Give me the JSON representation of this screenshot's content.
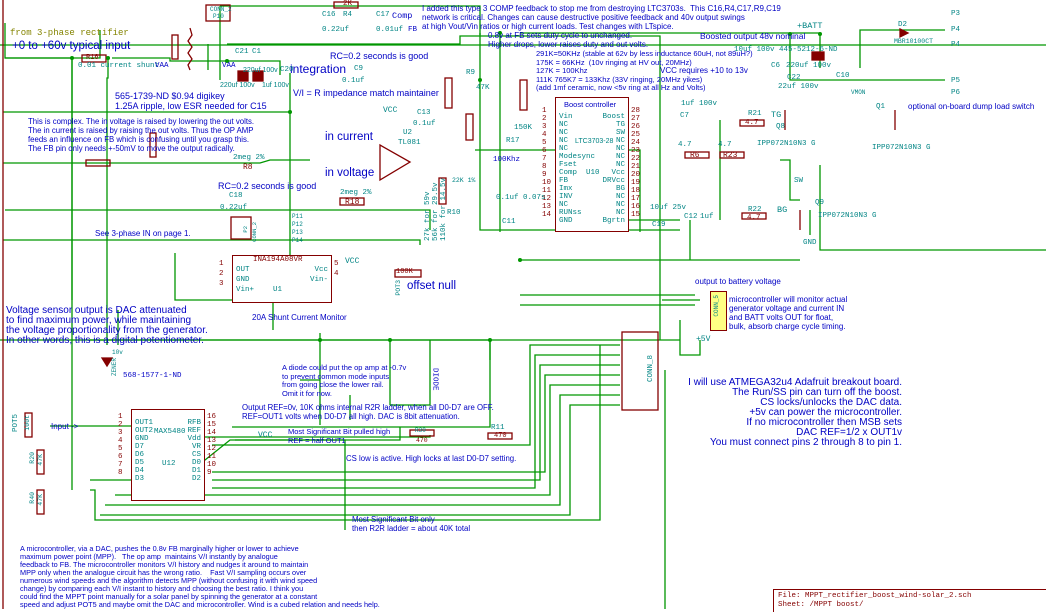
{
  "colors": {
    "wire": "#009600",
    "component": "#840000",
    "note": "#0000c4",
    "label": "#008484",
    "connector_fill": "#ffff84"
  },
  "notes": {
    "from_rectifier": "from 3-phase rectifier",
    "input_range": "+0 to +60v typical input",
    "shunt_desc": "0.01 current shunt",
    "vaa1": "VAA",
    "vaa2": "VAA",
    "cap_note": "565-1739-ND $0.94 digikey\n1.25A ripple, low ESR needed for C15",
    "complex": "This is complex. The in voltage is raised by lowering the out volts.\nThe in current is raised by raising the out volts. Thus the OP AMP\nfeeds an influence on FB which is confusing until you grasp this.\nThe FB pin only needs +-50mV to move the output radically.",
    "integration": "integration",
    "rc1": "RC=0.2 seconds is good",
    "vi": "V/I = R impedance match maintainer",
    "in_current": "in current",
    "in_voltage": "in voltage",
    "comp_note": "I added this type 3 COMP feedback to stop me from destroying LTC3703s.  This C16,R4,C17,R9,C19\nnetwork is critical. Changes can cause destructive positive feedback and 40v output swings\nat high Vout/Vin ratios or high current loads. Test changes with LTspice.",
    "fb_note": "0.8v at FB sets duty cycle to unchanged.\nHigher drops, lower raises duty and out volts.",
    "freq_note": "291K=50KHz (stable at 62v by less inductance 60uH, not 89uH?)\n175K = 66KHz  (10v ringing at HV out, 20MHz)\n127K = 100Khz\n111K 765K7 = 133Khz (33V ringing, 20MHz yikes)\n(add 1mf ceramic, now <5v ring at all Hz and Volts)",
    "vcc_req": "VCC requires +10 to 13v",
    "boosted": "Boosted output 48v nominal",
    "batt": "+BATT",
    "dump": "optional on-board dump load switch",
    "rc2": "RC=0.2 seconds is good",
    "see_page": "See 3-phase IN on page 1.",
    "shunt_monitor": "20A Shunt Current Monitor",
    "offset": "offset null",
    "voltage_sensor": "Voltage sensor output is DAC attenuated\nto find maximum power, while maintaining\nthe voltage proportionality from the generator.\nIn other words, this is a digital potentiometer.",
    "out_batt": "output to battery voltage",
    "mc_monitor": "microcontroller will monitor actual\ngenerator voltage and current IN\nand BATT volts OUT for float,\nbulk, absorb charge cycle timing.",
    "plus5v": "+5V",
    "zener_pn": "568-1577-1-ND",
    "diode_note": "A diode could put the op amp at -0.7v\nto prevent common mode inputs\nfrom going close the lower rail.\nOmit it for now.",
    "diode": "DIODE",
    "ref_note": "Output REF=0v, 10K ohms internal R2R ladder, when all D0-D7 are OFF.\nREF=OUT1 volts when D0-D7 all high. DAC is 8bit attenuation.",
    "msb_note": "Most Significant Bit pulled high\nREF = half OUT1",
    "vcc_a": "VCC",
    "vcc_b": "VCC",
    "vcc_c": "VCC",
    "cs_note": "CS low is active. High locks at last D0-D7 setting.",
    "msb_only": "Most Significant Bit only\nthen R2R ladder = about 40K total",
    "input_arrow": "Input ->",
    "atmega": "I will use ATMEGA32u4 Adafruit breakout board.\nThe Run/SS pin can turn off the boost.\nCS locks/unlocks the DAC data.\n+5v can power the microcontroller.\nIf no microcontroller then MSB sets\nDAC REF=1/2 x OUT1v\nYou must connect pins 2 through 8 to pin 1.",
    "mppt": "A microcontroller, via a DAC, pushes the 0.8v FB marginally higher or lower to achieve\nmaximum power point (MPP).   The op amp  maintains V/I instantly by analogue\nfeedback to FB. The microcontroller monitors V/I history and nudges it around to maintain\nMPP only when the analogue circuit has the wrong ratio.    Fast V/I sampling occurs over\nnumerous wind speeds and the algorithm detects MPP (without confusing it with wind speed\nchange) by comparing each V/I instant to history and choosing the best ratio. I think you\ncould find the MPPT point manually for a solar panel by spinning the generator at a constant\nspeed and adjust POT5 and maybe omit the DAC and microcontroller. Wind is a cubed relation and needs help.",
    "res_divider": "27k for 59v\n56k for 29.5v\n110k for 14.5v"
  },
  "components": {
    "r16": "R16",
    "r4": "R4",
    "r4v": "2K",
    "c16": "C16",
    "c16v": "0.22uf",
    "c17": "C17",
    "c17n": "Comp",
    "c17v": "0.01uf",
    "fb": "FB",
    "c21": "C21",
    "c1": "C1",
    "c21v": "220uf 100v",
    "c1v": "220uf 100v",
    "c20": "C20",
    "c20v": "1uf 100v",
    "c9": "C9",
    "c9v": "0.1uf",
    "c13": "C13",
    "c13v": "0.1uf",
    "u2": "U2",
    "u2t": "TL081",
    "r8": "R8",
    "r8v": "2meg 2%",
    "r18": "R18",
    "r18v": "2meg 2%",
    "c18": "C18",
    "c18v": "0.22uf",
    "r9": "R9",
    "r9v": "47K",
    "r10": "R10",
    "r10v": "22K 1%",
    "r17": "R17",
    "r17v": "150K",
    "fosc": "100Khz",
    "u10": "U10",
    "boost_title": "Boost controller",
    "boost_part": "LTC3703-28",
    "c7": "C7",
    "c7v": "1uf 100v",
    "r21": "R21",
    "r21v": "4.7",
    "tg": "TG",
    "bg": "BG",
    "r6": "R6",
    "r6v": "4.7",
    "r23": "R23",
    "r23v": "4.7",
    "r22": "R22",
    "r22v": "4.7",
    "c11": "C11",
    "c11v": "0.1uf 0.07s",
    "c19": "C19",
    "c19v": "10uf 25v",
    "c12": "C12",
    "c12v": "1uf",
    "q8": "Q8",
    "q8p": "IPP072N10N3 G",
    "q9": "Q9",
    "q9p": "IPP072N10N3 G",
    "q1": "Q1",
    "q1p": "IPP072N10N3 G",
    "sw": "SW",
    "gnd": "GND",
    "vmon": "VMON",
    "c6": "C6",
    "c22": "C22",
    "c22v": "22uf 100v",
    "c6v": "220uf 100v",
    "c10": "C10",
    "c10p": "10uf 100v 445-5212-6-ND",
    "d2": "D2",
    "d2p": "MBR10100CT",
    "p3": "P3",
    "p4": "P4",
    "p4b": "P4",
    "p5": "P5",
    "p6": "P6",
    "u1": "U1",
    "ina": "INA194A08VR",
    "pot3": "POT3",
    "pot3v": "100K",
    "p2": "P2",
    "p2c": "CONN_2",
    "p11": "P11",
    "p12": "P12",
    "p13": "P13",
    "p14": "P14",
    "p1": "P1",
    "p1c": "CONN_5",
    "p7c": "CONN_8",
    "u12": "U12",
    "max": "MAX5480",
    "pot5": "POT5",
    "pot5v": "100t",
    "r20": "R20",
    "r20v": "47K",
    "r40": "R40",
    "r40v": "47K",
    "r11": "R11",
    "r11v": "470",
    "r30": "R30",
    "r30v": "470",
    "zener": "ZENER",
    "zenerv": "10v",
    "conn2": "CONN_2",
    "p10": "P10"
  },
  "boost_pins": {
    "left": [
      [
        "1",
        "Vin"
      ],
      [
        "2",
        "NC"
      ],
      [
        "3",
        "NC"
      ],
      [
        "4",
        "NC"
      ],
      [
        "5",
        "NC"
      ],
      [
        "6",
        "Modesync"
      ],
      [
        "7",
        "Fset"
      ],
      [
        "8",
        "Comp"
      ],
      [
        "9",
        "FB"
      ],
      [
        "10",
        "Imx"
      ],
      [
        "11",
        "INV"
      ],
      [
        "12",
        "NC"
      ],
      [
        "13",
        "RUNss"
      ],
      [
        "14",
        "GND"
      ]
    ],
    "right": [
      [
        "28",
        "Boost"
      ],
      [
        "27",
        "TG"
      ],
      [
        "26",
        "SW"
      ],
      [
        "25",
        "NC"
      ],
      [
        "24",
        "NC"
      ],
      [
        "23",
        "NC"
      ],
      [
        "22",
        "NC"
      ],
      [
        "21",
        "Vcc"
      ],
      [
        "20",
        "DRVcc"
      ],
      [
        "19",
        "BG"
      ],
      [
        "18",
        "NC"
      ],
      [
        "17",
        "NC"
      ],
      [
        "16",
        "NC"
      ],
      [
        "15",
        "Bgrtn"
      ]
    ]
  },
  "max_pins": {
    "left": [
      [
        "1",
        "OUT1"
      ],
      [
        "2",
        "OUT2"
      ],
      [
        "3",
        "GND"
      ],
      [
        "4",
        "D7"
      ],
      [
        "5",
        "D6"
      ],
      [
        "6",
        "D5"
      ],
      [
        "7",
        "D4"
      ],
      [
        "8",
        "D3"
      ]
    ],
    "right": [
      [
        "16",
        "RFB"
      ],
      [
        "15",
        "REF"
      ],
      [
        "14",
        "Vdd"
      ],
      [
        "13",
        "VR"
      ],
      [
        "12",
        "CS"
      ],
      [
        "11",
        "D0"
      ],
      [
        "10",
        "D1"
      ],
      [
        "9",
        "D2"
      ]
    ]
  },
  "ina_pins": {
    "left": [
      [
        "1",
        "OUT"
      ],
      [
        "2",
        "GND"
      ],
      [
        "3",
        "Vin+"
      ]
    ],
    "right": [
      [
        "5",
        "Vcc"
      ],
      [
        "4",
        "Vin-"
      ]
    ]
  },
  "title_block": {
    "file": "File: MPPT_rectifier_boost_wind-solar_2.sch",
    "sheet": "Sheet: /MPPT boost/"
  }
}
